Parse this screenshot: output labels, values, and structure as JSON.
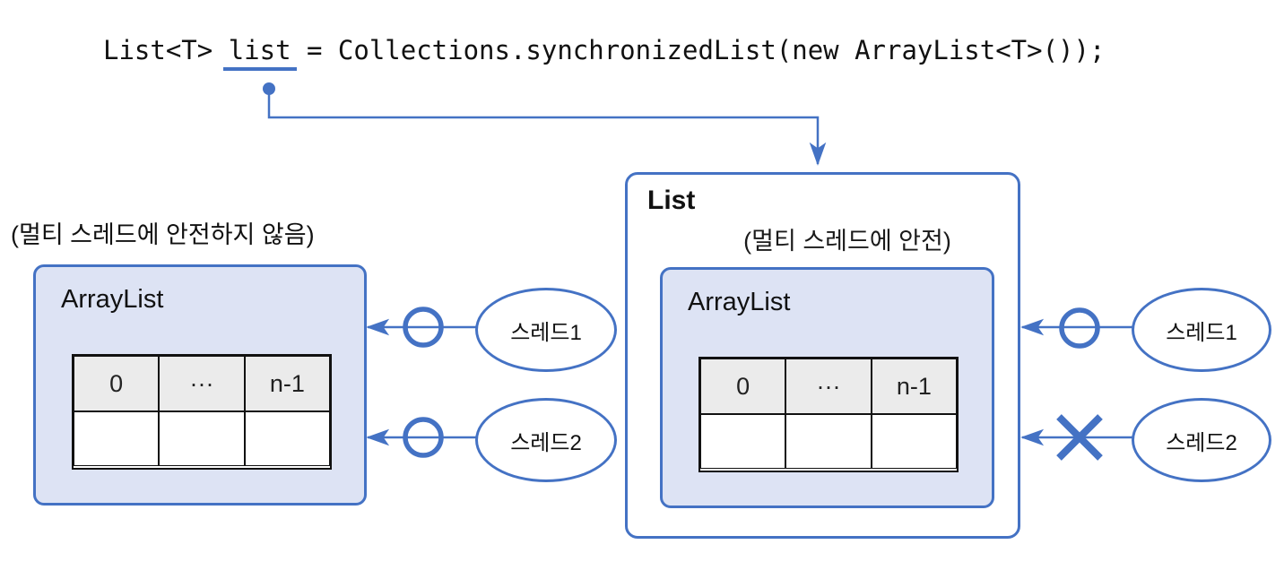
{
  "code": {
    "prefix": "List<T> ",
    "variable": "list",
    "suffix": " = Collections.synchronizedList(new ArrayList<T>());"
  },
  "left_group": {
    "note": "(멀티 스레드에 안전하지 않음)",
    "box_title": "ArrayList",
    "table": {
      "header": [
        "0",
        "···",
        "n-1"
      ],
      "row": [
        "",
        "",
        ""
      ]
    },
    "threads": [
      {
        "label": "스레드1",
        "access": "allowed",
        "symbol": "O"
      },
      {
        "label": "스레드2",
        "access": "allowed",
        "symbol": "O"
      }
    ]
  },
  "right_group": {
    "box_title": "List",
    "note": "(멀티 스레드에 안전)",
    "inner_box_title": "ArrayList",
    "table": {
      "header": [
        "0",
        "···",
        "n-1"
      ],
      "row": [
        "",
        "",
        ""
      ]
    },
    "threads": [
      {
        "label": "스레드1",
        "access": "allowed",
        "symbol": "O"
      },
      {
        "label": "스레드2",
        "access": "blocked",
        "symbol": "X"
      }
    ]
  },
  "colors": {
    "accent": "#4472c4",
    "box_fill": "#dde3f4",
    "table_header_fill": "#ebebeb",
    "text": "#1a1a1a"
  }
}
